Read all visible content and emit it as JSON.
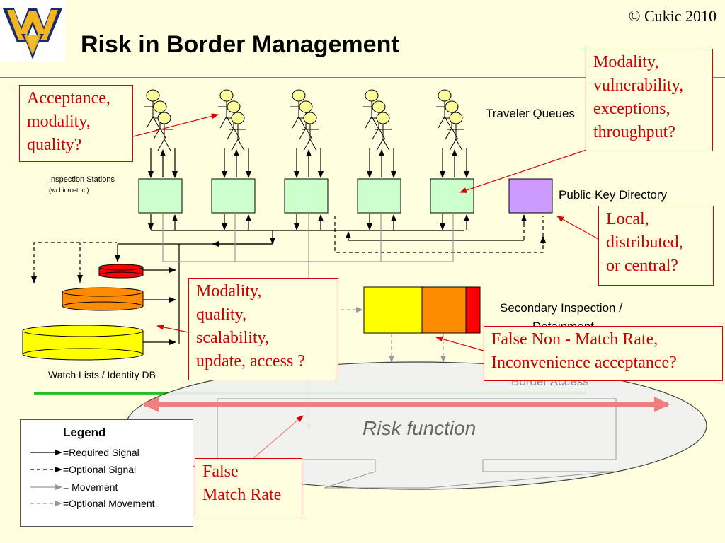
{
  "header": {
    "title": "Risk in Border Management",
    "copyright": "© Cukic 2010"
  },
  "labels": {
    "traveler_queues": "Traveler Queues",
    "inspection_stations": "Inspection Stations",
    "inspection_stations_sub": "(w/ biometric )",
    "public_key_directory": "Public Key Directory",
    "secondary_inspection": "Secondary Inspection /",
    "secondary_inspection_2": "Detainment",
    "watch_lists": "Watch Lists / Identity DB",
    "border_access": "Border Access",
    "risk_function": "Risk function"
  },
  "callouts": {
    "acceptance": "Acceptance,\nmodality,\nquality?",
    "modality_vulnerability": "Modality,\nvulnerability,\nexceptions,\nthroughput?",
    "local_distributed": "Local,\ndistributed,\nor central?",
    "modality_quality": "Modality,\nquality,\nscalability,\nupdate, access ?",
    "false_non_match": "False Non - Match Rate,\nInconvenience acceptance?",
    "false_match": "False\nMatch Rate"
  },
  "legend": {
    "title": "Legend",
    "required_signal": "=Required Signal",
    "optional_signal": "=Optional Signal",
    "movement": "= Movement",
    "optional_movement": "=Optional Movement"
  },
  "colors": {
    "background": "#ffffe0",
    "station_fill": "#ccffcc",
    "public_key_fill": "#cc99ff",
    "db_red": "#ff0000",
    "db_orange": "#ff8c00",
    "db_yellow": "#ffff00",
    "callout_text": "#cc0000",
    "risk_arrow": "#f08080",
    "wvu_gold": "#f2b51f",
    "wvu_blue": "#1a2a6c"
  }
}
